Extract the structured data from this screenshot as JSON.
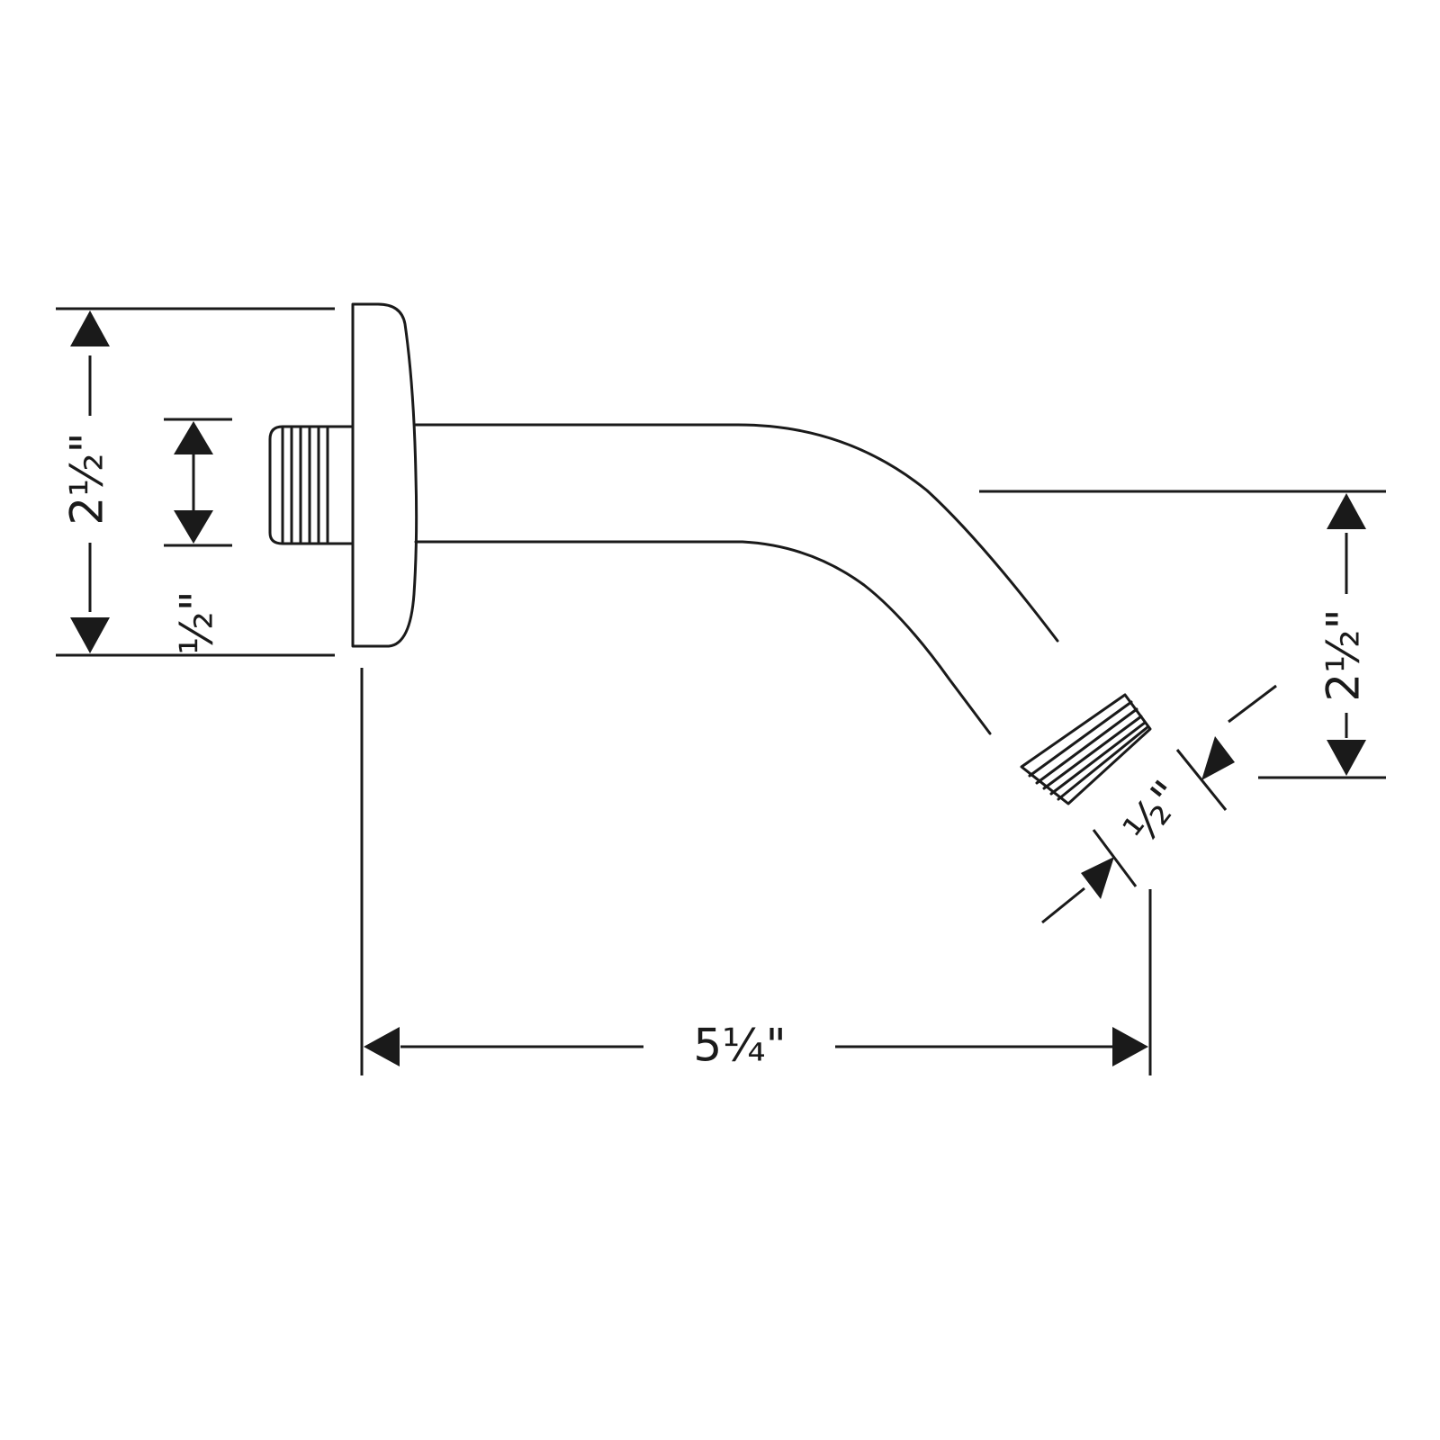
{
  "colors": {
    "ink": "#1a1a1a",
    "background": "#ffffff"
  },
  "dimensions": {
    "flange_height": "2½\"",
    "inlet_thread": "½\"",
    "drop": "2½\"",
    "outlet_thread": "½\"",
    "reach": "5¼\""
  }
}
